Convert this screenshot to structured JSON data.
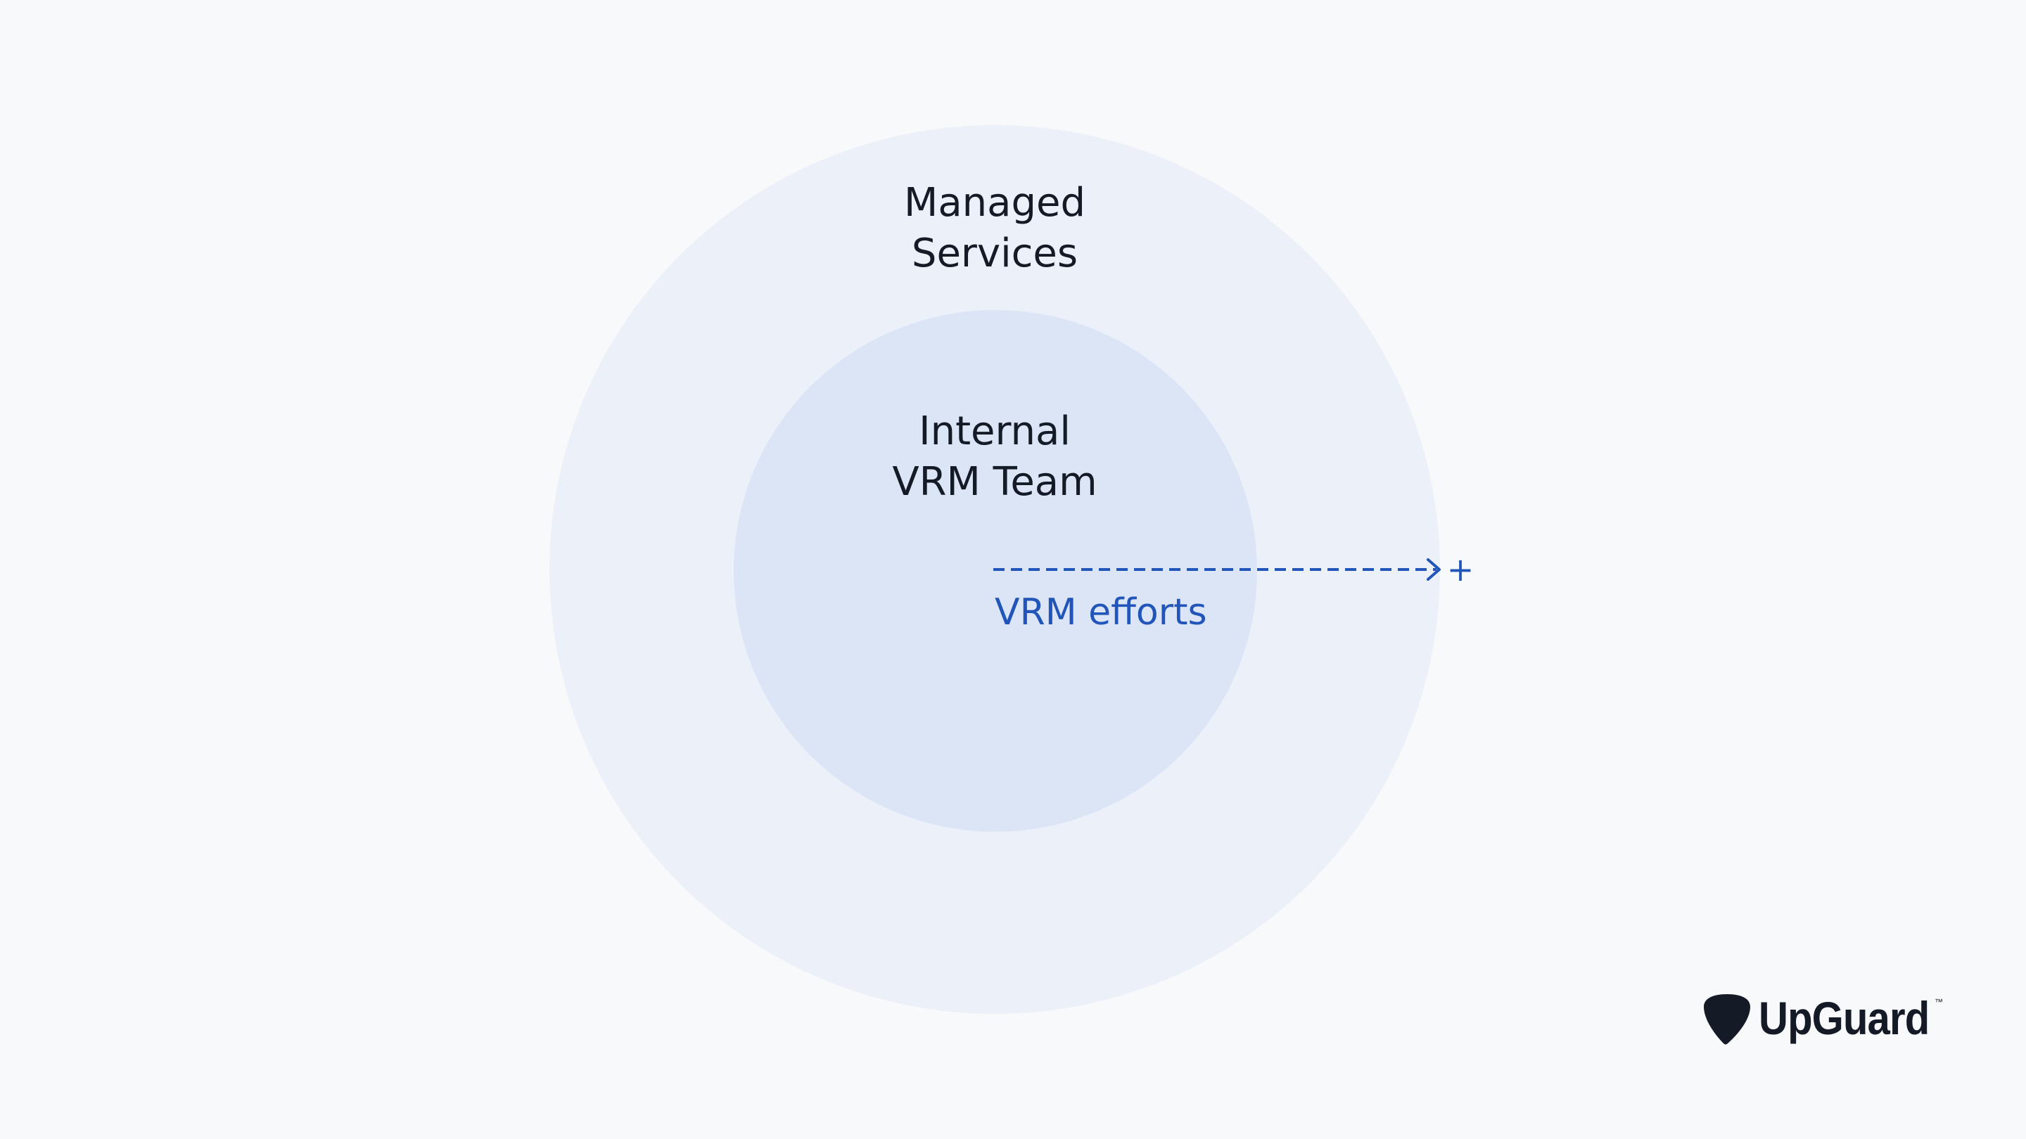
{
  "diagram": {
    "outer_ring": {
      "label_lines": [
        "Managed",
        "Services"
      ],
      "color": "#ecf1f9"
    },
    "inner_ring": {
      "label_lines": [
        "Internal",
        "VRM Team"
      ],
      "color": "#dce5f5"
    },
    "arrow": {
      "label": "VRM efforts",
      "end_symbol": "+",
      "color": "#2155b9"
    },
    "text_color": "#141a26"
  },
  "brand": {
    "name": "UpGuard",
    "trademark": "™",
    "color": "#141a26",
    "icon": "guitar-pick-logo-icon"
  }
}
